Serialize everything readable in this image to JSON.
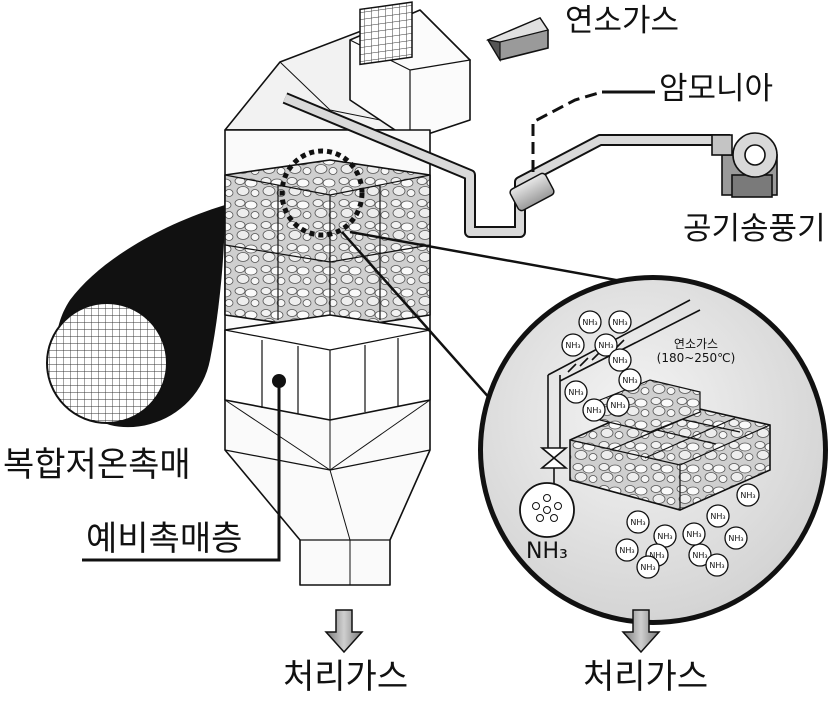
{
  "labels": {
    "combustion_gas": "연소가스",
    "ammonia": "암모니아",
    "air_blower": "공기송풍기",
    "composite_catalyst": "복합저온촉매",
    "pre_catalyst_layer": "예비촉매층",
    "treated_gas_left": "처리가스",
    "treated_gas_right": "처리가스"
  },
  "inset": {
    "gas_label": "연소가스",
    "temp_range": "(180~250℃)",
    "molecule_label": "NH₃",
    "source_label": "NH₃",
    "molecule_count": 20
  },
  "colors": {
    "line": "#111111",
    "fill": "#ffffff",
    "gray": "#9a9a9a",
    "dark_gray": "#555555",
    "light_gray": "#d8d8d8",
    "lens_shade": "#e6e6e6"
  }
}
